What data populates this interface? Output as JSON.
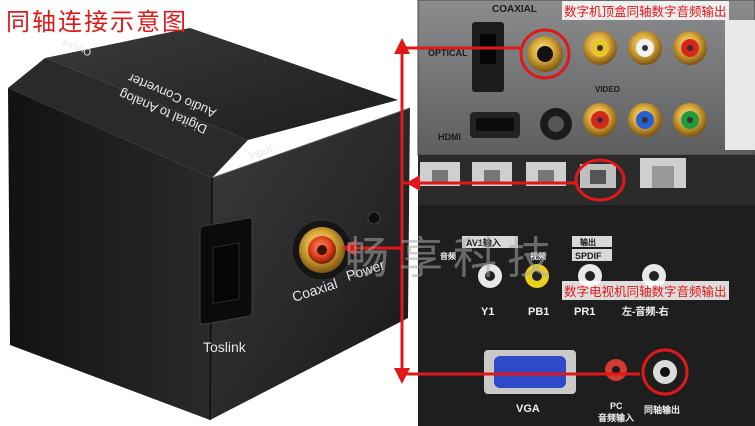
{
  "title": "同轴连接示意图",
  "watermark": "畅享科技",
  "captions": {
    "stb": "数字机顶盒同轴数字音频输出",
    "tv": "数字电视机同轴数字音频输出"
  },
  "converter": {
    "output_label": "Output",
    "line1": "Digital to Analog",
    "line2": "Audio Converter",
    "input_label": "Input",
    "toslink_label": "Toslink",
    "coaxial_label": "Coaxial",
    "power_label": "Power"
  },
  "stb_panel": {
    "coaxial_label": "COAXIAL",
    "optical_label": "OPTICAL",
    "hdmi_label": "HDMI",
    "video_label": "VIDEO"
  },
  "tv_panel": {
    "av_label": "AV1输入",
    "audio_label": "音频",
    "video_label": "视频",
    "spdif_top": "输出",
    "spdif_label": "SPDIF",
    "y1": "Y1",
    "pb1": "PB1",
    "pr1": "PR1",
    "audio_lr": "左-音频-右",
    "vga": "VGA",
    "pc_audio_1": "PC",
    "pc_audio_2": "音频输入",
    "coax_out": "同轴输出"
  },
  "colors": {
    "highlight": "#e01818",
    "gold": "#c9a227"
  }
}
